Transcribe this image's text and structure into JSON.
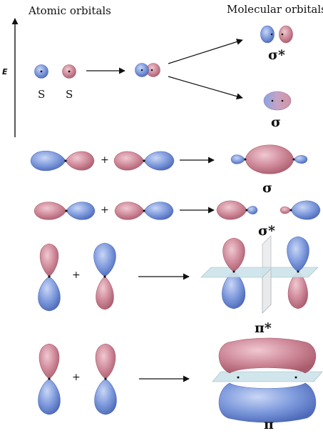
{
  "headers": {
    "atomic": "Atomic orbitals",
    "molecular": "Molecular orbitals"
  },
  "energy_axis_label": "E",
  "s_labels": [
    "S",
    "S"
  ],
  "symbols": {
    "sigma_star_s": "σ*",
    "sigma_s": "σ",
    "sigma_p": "σ",
    "sigma_star_p": "σ*",
    "pi_star": "π*",
    "pi": "π"
  },
  "plus_sign": "+",
  "colors": {
    "blue": "#7f9bdd",
    "blue_dark": "#4c68b8",
    "pink": "#cf8a9a",
    "pink_dark": "#a95c6e",
    "plane": "#cde3ea"
  }
}
